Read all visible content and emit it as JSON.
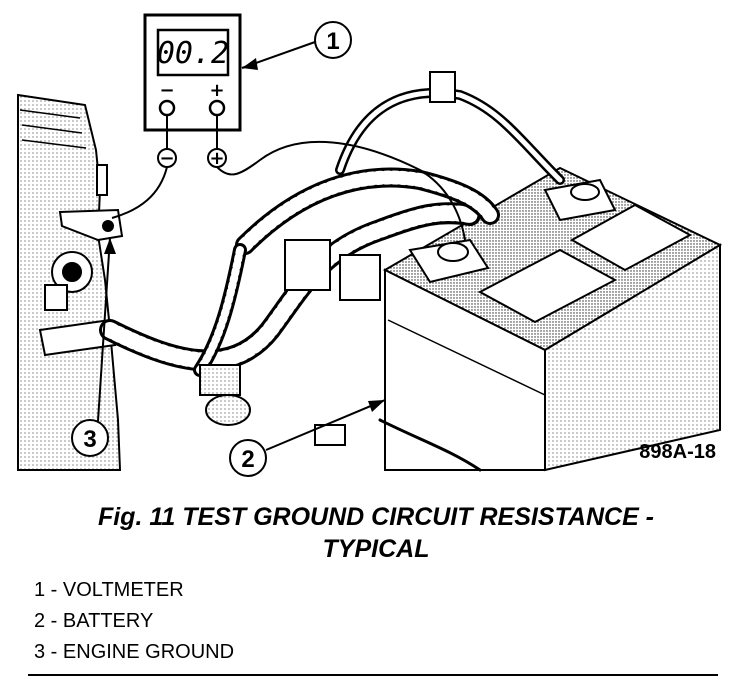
{
  "diagram": {
    "meter_display": "00.2",
    "figure_code": "898A-18",
    "callouts": [
      "1",
      "2",
      "3"
    ],
    "terminal_minus": "−",
    "terminal_plus": "+",
    "probe_minus": "−",
    "probe_plus": "+"
  },
  "caption": {
    "line1": "Fig. 11 TEST GROUND CIRCUIT RESISTANCE -",
    "line2": "TYPICAL"
  },
  "legend": [
    {
      "num": "1",
      "sep": " - ",
      "label": "VOLTMETER"
    },
    {
      "num": "2",
      "sep": " - ",
      "label": "BATTERY"
    },
    {
      "num": "3",
      "sep": " - ",
      "label": "ENGINE GROUND"
    }
  ]
}
